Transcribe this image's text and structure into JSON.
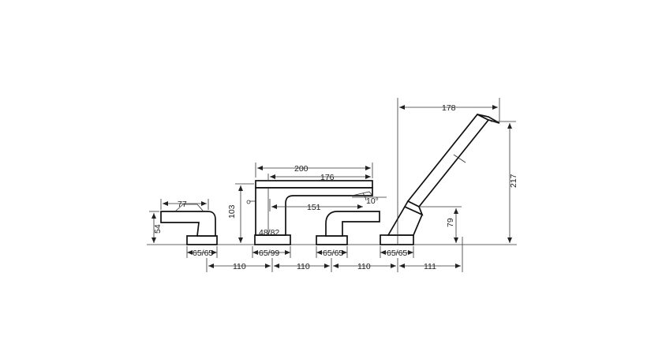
{
  "drawing": {
    "dims": {
      "lever_width": "77",
      "lever_height": "54",
      "base1": "65/65",
      "spout_overall": "200",
      "spout_inner": "176",
      "spout_height": "103",
      "spout_reach": "151",
      "spout_angle": "10°",
      "spout_small_base": "48/82",
      "spout_base": "65/99",
      "base3": "65/65",
      "base4": "65/65",
      "handshower_width": "178",
      "handshower_height": "217",
      "handshower_holder_height": "79",
      "spacing1": "110",
      "spacing2": "110",
      "spacing3": "110",
      "spacing4": "111"
    }
  }
}
